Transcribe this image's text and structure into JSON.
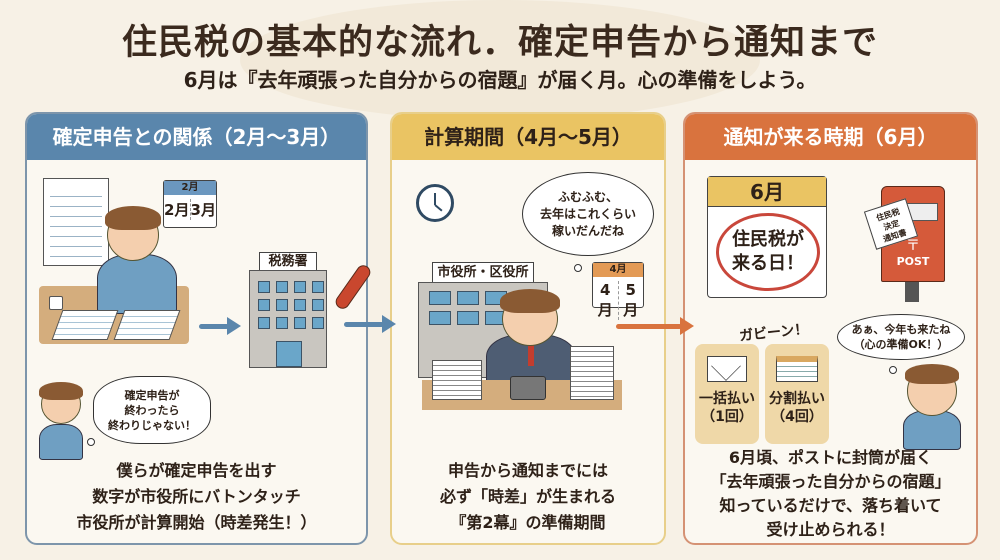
{
  "header": {
    "title": "住民税の基本的な流れ．確定申告から通知まで",
    "subtitle": "6月は『去年頑張った自分からの宿題』が届く月。心の準備をしよう。"
  },
  "colors": {
    "panel1_accent": "#5a86ac",
    "panel2_accent": "#eac463",
    "panel3_accent": "#d9733e",
    "background": "#f7f1e6"
  },
  "panels": [
    {
      "heading": "確定申告との関係（2月〜3月）",
      "calendar": {
        "top": "2月",
        "left": "2月",
        "right": "3月"
      },
      "building_sign": "税務署",
      "thought_bubble": [
        "確定申告が",
        "終わったら",
        "終わりじゃない！"
      ],
      "caption": [
        "僕らが確定申告を出す",
        "数字が市役所にバトンタッチ",
        "市役所が計算開始（時差発生！）"
      ]
    },
    {
      "heading": "計算期間（4月〜5月）",
      "clock_icon": "clock-icon",
      "speech_bubble": [
        "ふむふむ、",
        "去年はこれくらい",
        "稼いだんだね"
      ],
      "building_sign": "市役所・区役所",
      "calendar": {
        "top": "4月",
        "left": "4月",
        "right": "5月"
      },
      "caption": [
        "申告から通知までには",
        "必ず「時差」が生まれる",
        "『第2幕』の準備期間"
      ]
    },
    {
      "heading": "通知が来る時期（6月）",
      "big_calendar": {
        "month": "6月",
        "line1": "住民税が",
        "line2": "来る日！"
      },
      "postbox": {
        "letter_lines": [
          "住民税",
          "決定",
          "通知書"
        ],
        "label": "POST",
        "mark": "〒"
      },
      "exclamation": "ガビーン！",
      "payment_options": [
        {
          "label": "一括払い",
          "count": "（1回）",
          "icon": "envelope-icon"
        },
        {
          "label": "分割払い",
          "count": "（4回）",
          "icon": "calendar-icon"
        }
      ],
      "thought_bubble": [
        "あぁ、今年も来たね",
        "（心の準備OK！）"
      ],
      "caption": [
        "6月頃、ポストに封筒が届く",
        "「去年頑張った自分からの宿題」",
        "知っているだけで、落ち着いて",
        "受け止められる！"
      ]
    }
  ]
}
